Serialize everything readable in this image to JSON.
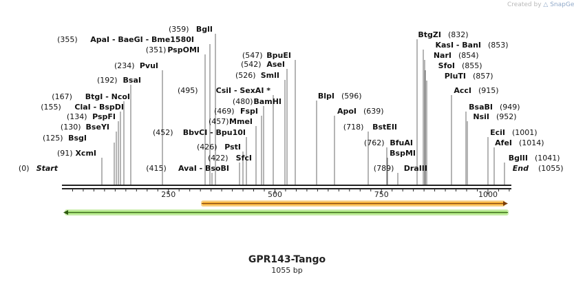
{
  "credit": {
    "prefix": "Created by",
    "brand": "SnapGene"
  },
  "plasmid": {
    "name": "GPR143-Tango",
    "size_label": "1055 bp",
    "length": 1055
  },
  "ruler": {
    "ticks": [
      250,
      500,
      750,
      1000
    ]
  },
  "sites": [
    {
      "pos": "(0)",
      "name": "Start",
      "end": true
    },
    {
      "pos": "(91)",
      "name": "XcmI"
    },
    {
      "pos": "(125)",
      "name": "BsgI"
    },
    {
      "pos": "(130)",
      "name": "BseYI"
    },
    {
      "pos": "(134)",
      "name": "PspFI"
    },
    {
      "pos": "(155)",
      "name": "ClaI - BspDI"
    },
    {
      "pos": "(167)",
      "name": "BtgI - NcoI"
    },
    {
      "pos": "(192)",
      "name": "BsaI"
    },
    {
      "pos": "(234)",
      "name": "PvuI"
    },
    {
      "pos": "(351)",
      "name": "PspOMI"
    },
    {
      "pos": "(355)",
      "name": "ApaI - BaeGI - Bme1580I"
    },
    {
      "pos": "(359)",
      "name": "BglI"
    },
    {
      "pos": "(415)",
      "name": "AvaI - BsoBI"
    },
    {
      "pos": "(422)",
      "name": "SfcI"
    },
    {
      "pos": "(426)",
      "name": "PstI"
    },
    {
      "pos": "(452)",
      "name": "BbvCI - Bpu10I"
    },
    {
      "pos": "(457)",
      "name": "MmeI"
    },
    {
      "pos": "(469)",
      "name": "FspI"
    },
    {
      "pos": "(480)",
      "name": "BamHI"
    },
    {
      "pos": "(495)",
      "name": "CsiI - SexAI *"
    },
    {
      "pos": "(526)",
      "name": "SmlI"
    },
    {
      "pos": "(542)",
      "name": "AseI"
    },
    {
      "pos": "(547)",
      "name": "BpuEI"
    },
    {
      "pos": "(596)",
      "name": "BlpI"
    },
    {
      "pos": "(639)",
      "name": "ApoI"
    },
    {
      "pos": "(718)",
      "name": "BstEII"
    },
    {
      "pos": "(762)",
      "name": "BfuAI"
    },
    {
      "pos": "BspMI",
      "name": ""
    },
    {
      "pos": "(789)",
      "name": "DraIII"
    },
    {
      "pos": "(832)",
      "name": "BtgZI"
    },
    {
      "pos": "(853)",
      "name": "KasI - BanI"
    },
    {
      "pos": "(854)",
      "name": "NarI"
    },
    {
      "pos": "(855)",
      "name": "SfoI"
    },
    {
      "pos": "(857)",
      "name": "PluTI"
    },
    {
      "pos": "(915)",
      "name": "AccI"
    },
    {
      "pos": "(949)",
      "name": "BsaBI"
    },
    {
      "pos": "(952)",
      "name": "NsiI"
    },
    {
      "pos": "(1001)",
      "name": "EciI"
    },
    {
      "pos": "(1014)",
      "name": "AfeI"
    },
    {
      "pos": "(1041)",
      "name": "BglII"
    },
    {
      "pos": "(1055)",
      "name": "End",
      "end": true
    }
  ],
  "features": [
    {
      "name": "feature-orange",
      "color": "#e8a23a",
      "outline": "#7a4a10"
    },
    {
      "name": "feature-green",
      "color": "#8fd44a",
      "outline": "#3a6a18"
    }
  ]
}
